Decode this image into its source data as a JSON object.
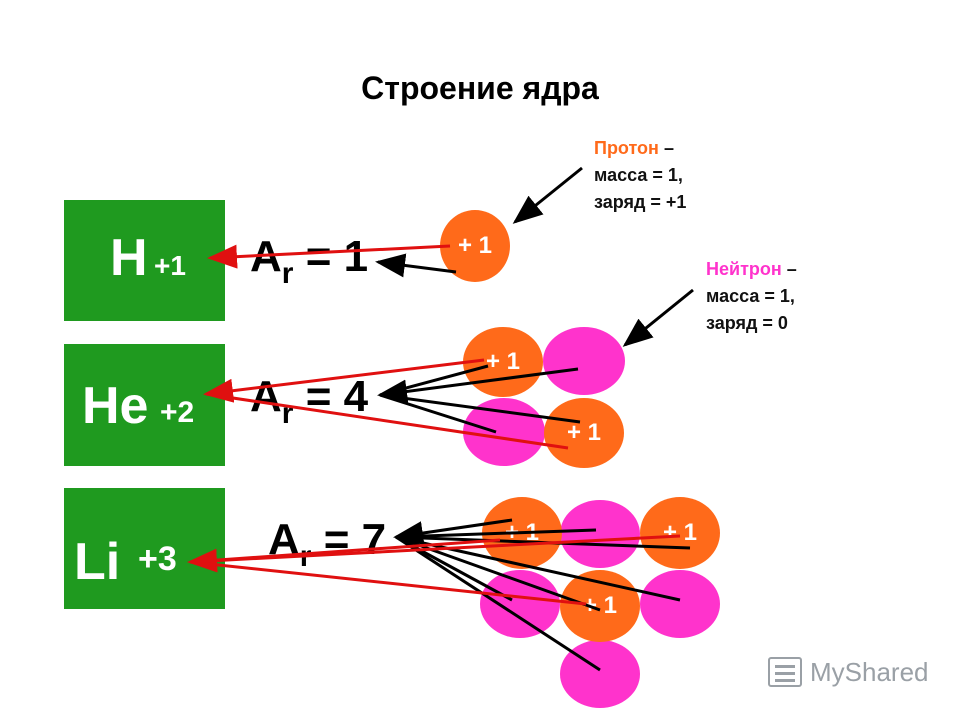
{
  "title": "Строение ядра",
  "elements": [
    {
      "symbol": "H",
      "charge": "+1",
      "mass_label": "A",
      "mass_sub": "r",
      "mass_value": "= 1"
    },
    {
      "symbol": "He",
      "charge": "+2",
      "mass_label": "A",
      "mass_sub": "r",
      "mass_value": "= 4"
    },
    {
      "symbol": "Li",
      "charge": "+3",
      "mass_label": "A",
      "mass_sub": "r",
      "mass_value": "= 7"
    }
  ],
  "particle_label": "+ 1",
  "notes": {
    "proton": {
      "name": "Протон",
      "dash": " –",
      "mass": "масса = 1,",
      "charge": "заряд = +1"
    },
    "neutron": {
      "name": "Нейтрон",
      "dash": " –",
      "mass": "масса = 1,",
      "charge": "заряд = 0"
    }
  },
  "watermark": "MyShared",
  "colors": {
    "element_box": "#1f9a1f",
    "proton": "#ff6a1a",
    "neutron": "#ff33cc",
    "arrow_red": "#e01010"
  }
}
